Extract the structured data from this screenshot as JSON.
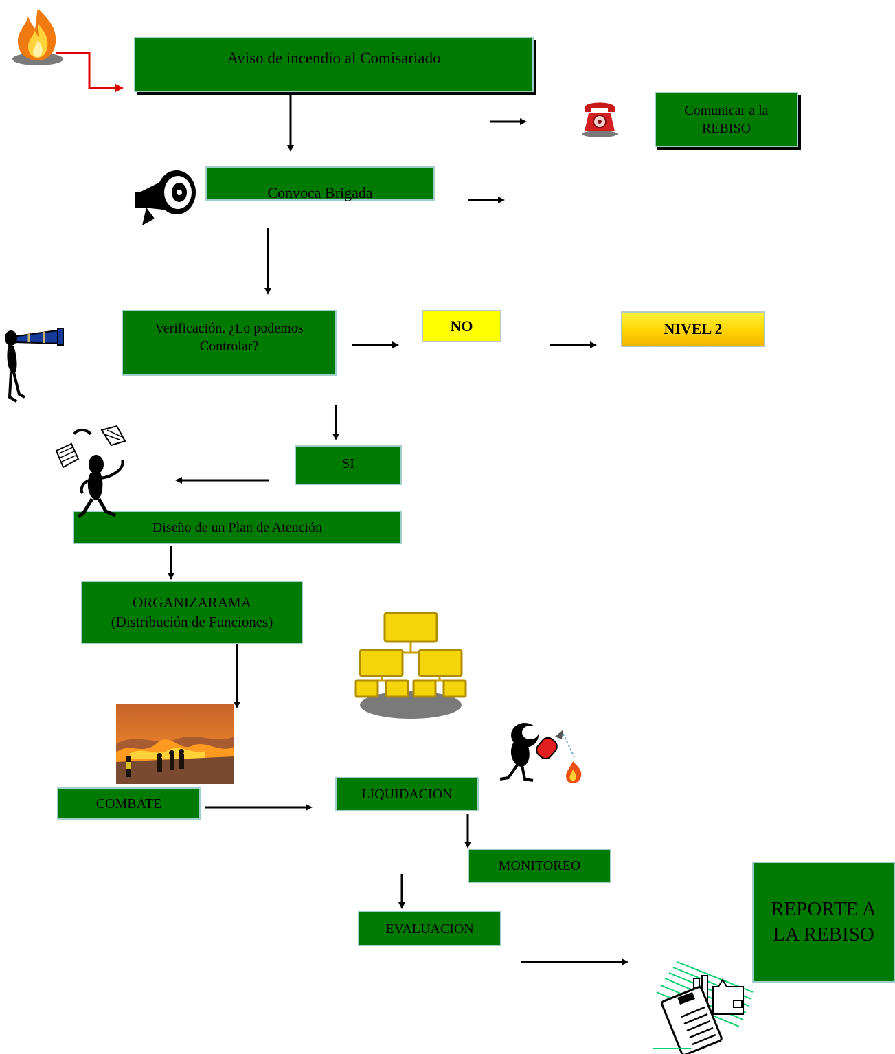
{
  "nodes": {
    "aviso": "Aviso de incendio al Comisariado",
    "comunicar": "Comunicar a la REBISO",
    "convoca": "Convoca Brigada",
    "verificacion": "Verificación. ¿Lo podemos Controlar?",
    "no": "NO",
    "nivel2": "NIVEL 2",
    "si": "SI",
    "diseno": "Diseño de un Plan de Atención",
    "organizarama_line1": "ORGANIZARAMA",
    "organizarama_line2": "(Distribución de Funciones)",
    "combate": "COMBATE",
    "liquidacion": "LIQUIDACION",
    "monitoreo": "MONITOREO",
    "evaluacion": "EVALUACION",
    "reporte": "REPORTE A LA REBISO"
  },
  "colors": {
    "box_fill": "#007a00",
    "box_border": "#9fcfc8",
    "decision_fill": "#ffff00",
    "alert_connector": "#e00000",
    "arrow": "#000000"
  },
  "icons": [
    "fire-icon",
    "telephone-icon",
    "megaphone-icon",
    "spyglass-person-icon",
    "juggler-person-icon",
    "org-chart-icon",
    "wildfire-photo",
    "extinguisher-person-icon",
    "report-clipboard-icon"
  ]
}
